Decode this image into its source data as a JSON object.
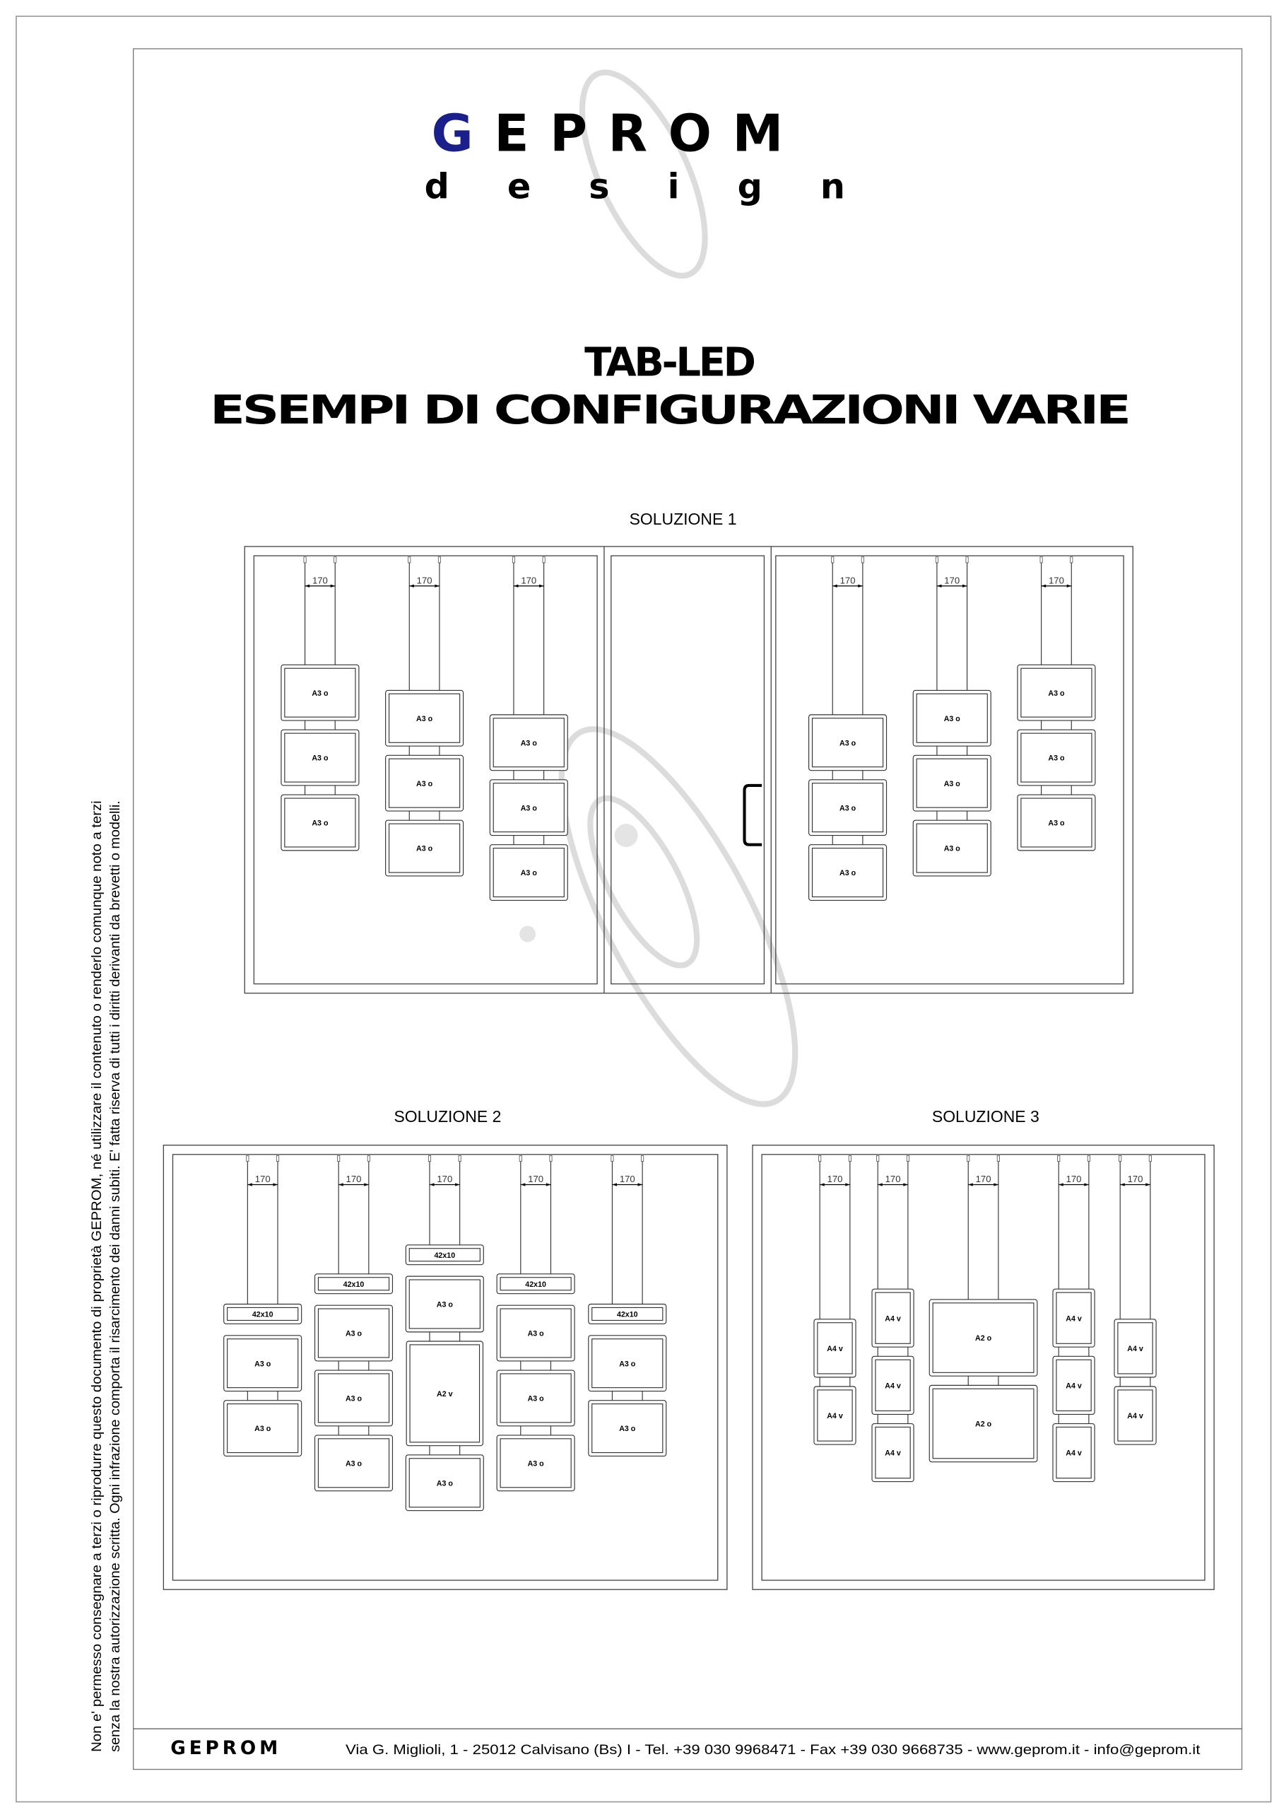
{
  "logo": {
    "brand_first": "G",
    "brand_rest": "EPROM",
    "sub": "design",
    "brand_color": "#1a1f8c"
  },
  "title": {
    "line1": "TAB-LED",
    "line2": "ESEMPI DI CONFIGURAZIONI VARIE"
  },
  "dimension_label": "170",
  "solutions": [
    {
      "title": "SOLUZIONE 1",
      "columns": [
        [
          "A3 o",
          "A3 o",
          "A3 o"
        ],
        [
          "A3 o",
          "A3 o",
          "A3 o"
        ],
        [
          "A3 o",
          "A3 o",
          "A3 o"
        ],
        [
          "A3 o",
          "A3 o",
          "A3 o"
        ],
        [
          "A3 o",
          "A3 o",
          "A3 o"
        ],
        [
          "A3 o",
          "A3 o",
          "A3 o"
        ]
      ]
    },
    {
      "title": "SOLUZIONE 2",
      "columns": [
        [
          "42x10",
          "A3 o",
          "A3 o"
        ],
        [
          "42x10",
          "A3 o",
          "A3 o",
          "A3 o"
        ],
        [
          "42x10",
          "A3 o",
          "A2 v",
          "A3 o"
        ],
        [
          "42x10",
          "A3 o",
          "A3 o",
          "A3 o"
        ],
        [
          "42x10",
          "A3 o",
          "A3 o"
        ]
      ]
    },
    {
      "title": "SOLUZIONE 3",
      "columns": [
        [
          "A4 v",
          "A4 v"
        ],
        [
          "A4 v",
          "A4 v",
          "A4 v"
        ],
        [
          "A2 o",
          "A2 o"
        ],
        [
          "A4 v",
          "A4 v",
          "A4 v"
        ],
        [
          "A4 v",
          "A4 v"
        ]
      ]
    }
  ],
  "side_note": {
    "line1": "Non e' permesso consegnare a terzi o riprodurre questo documento di proprietà GEPROM, né utilizzare il contenuto o renderlo comunque  noto a terzi",
    "line2": "senza la nostra autorizzazione scritta. Ogni infrazione comporta il risarcimento dei danni subiti. E' fatta riserva di tutti i diritti derivanti da brevetti o modelli."
  },
  "footer": {
    "brand": "GEPROM",
    "address": "Via G. Miglioli, 1  -  25012  Calvisano  (Bs)  I  -  Tel. +39 030 9968471  -  Fax +39 030 9668735  -  www.geprom.it  -  info@geprom.it"
  }
}
